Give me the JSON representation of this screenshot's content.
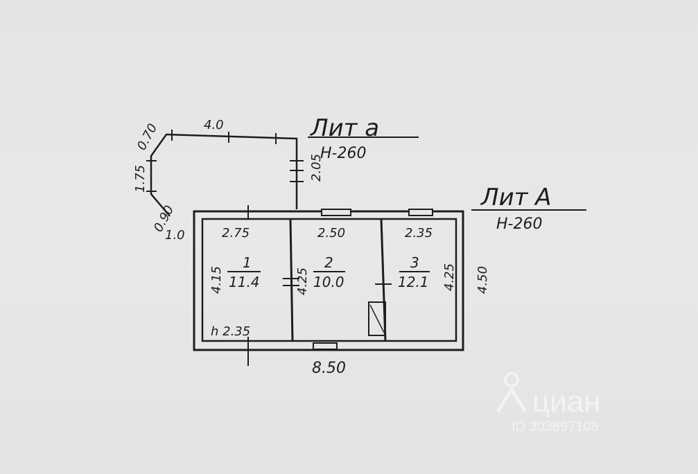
{
  "annex": {
    "title": "Лит а",
    "height": "Н-260",
    "dims": {
      "top": "4.0",
      "diag_top": "0.70",
      "left": "1.75",
      "diag_bottom": "0.90",
      "bottom": "1.0",
      "right": "2.05"
    }
  },
  "main": {
    "title": "Лит А",
    "height": "Н-260",
    "length": "8.50",
    "width": "4.50",
    "floor_height": "h 2.35"
  },
  "rooms": [
    {
      "number": "1",
      "area": "11.4",
      "width": "2.75",
      "depth": "4.15"
    },
    {
      "number": "2",
      "area": "10.0",
      "width": "2.50",
      "depth": "4.25"
    },
    {
      "number": "3",
      "area": "12.1",
      "width": "2.35",
      "depth": "4.25"
    }
  ],
  "watermark": {
    "brand": "циан",
    "id": "ID 303897108",
    "icon": "map-pin-person-icon"
  }
}
